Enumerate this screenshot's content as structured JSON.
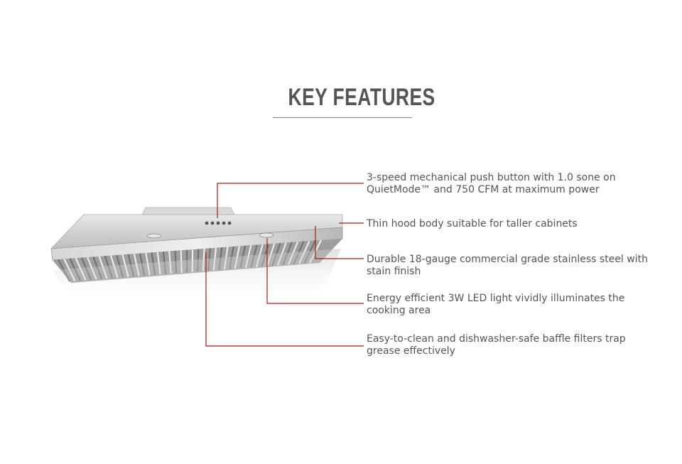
{
  "heading": "KEY FEATURES",
  "features": [
    {
      "line1": "3-speed mechanical push button with 1.0 sone on",
      "line2": "QuietMode™ and 750 CFM at maximum power"
    },
    {
      "line1": "Thin hood body suitable for taller cabinets",
      "line2": ""
    },
    {
      "line1": "Durable 18-gauge commercial grade stainless steel with",
      "line2": "stain finish"
    },
    {
      "line1": "Energy efficient 3W LED light vividly illuminates the",
      "line2": "cooking area"
    },
    {
      "line1": "Easy-to-clean and dishwasher-safe baffle filters trap",
      "line2": "grease effectively"
    }
  ],
  "colors": {
    "heading": "#555555",
    "text": "#555555",
    "leader": "#a61c1c",
    "steel": "#c9c9c9"
  },
  "illustration": "range-hood-icon"
}
